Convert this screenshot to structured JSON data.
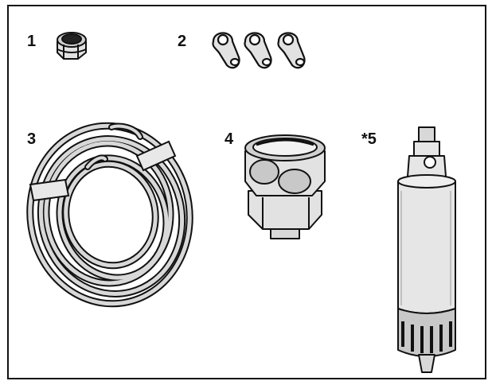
{
  "labels": {
    "part1": "1",
    "part2": "2",
    "part3": "3",
    "part4": "4",
    "part5": "*5"
  },
  "parts": [
    {
      "id": "1",
      "icon": "compression-nut-icon"
    },
    {
      "id": "2",
      "icon": "tube-clamps-icon"
    },
    {
      "id": "3",
      "icon": "coiled-tubing-icon"
    },
    {
      "id": "4",
      "icon": "valve-adapter-fitting-icon"
    },
    {
      "id": "5",
      "icon": "water-filter-cartridge-icon"
    }
  ],
  "colors": {
    "line": "#111111",
    "fill_light": "#e2e2e2",
    "fill_mid": "#c8c8c8",
    "background": "#ffffff"
  }
}
